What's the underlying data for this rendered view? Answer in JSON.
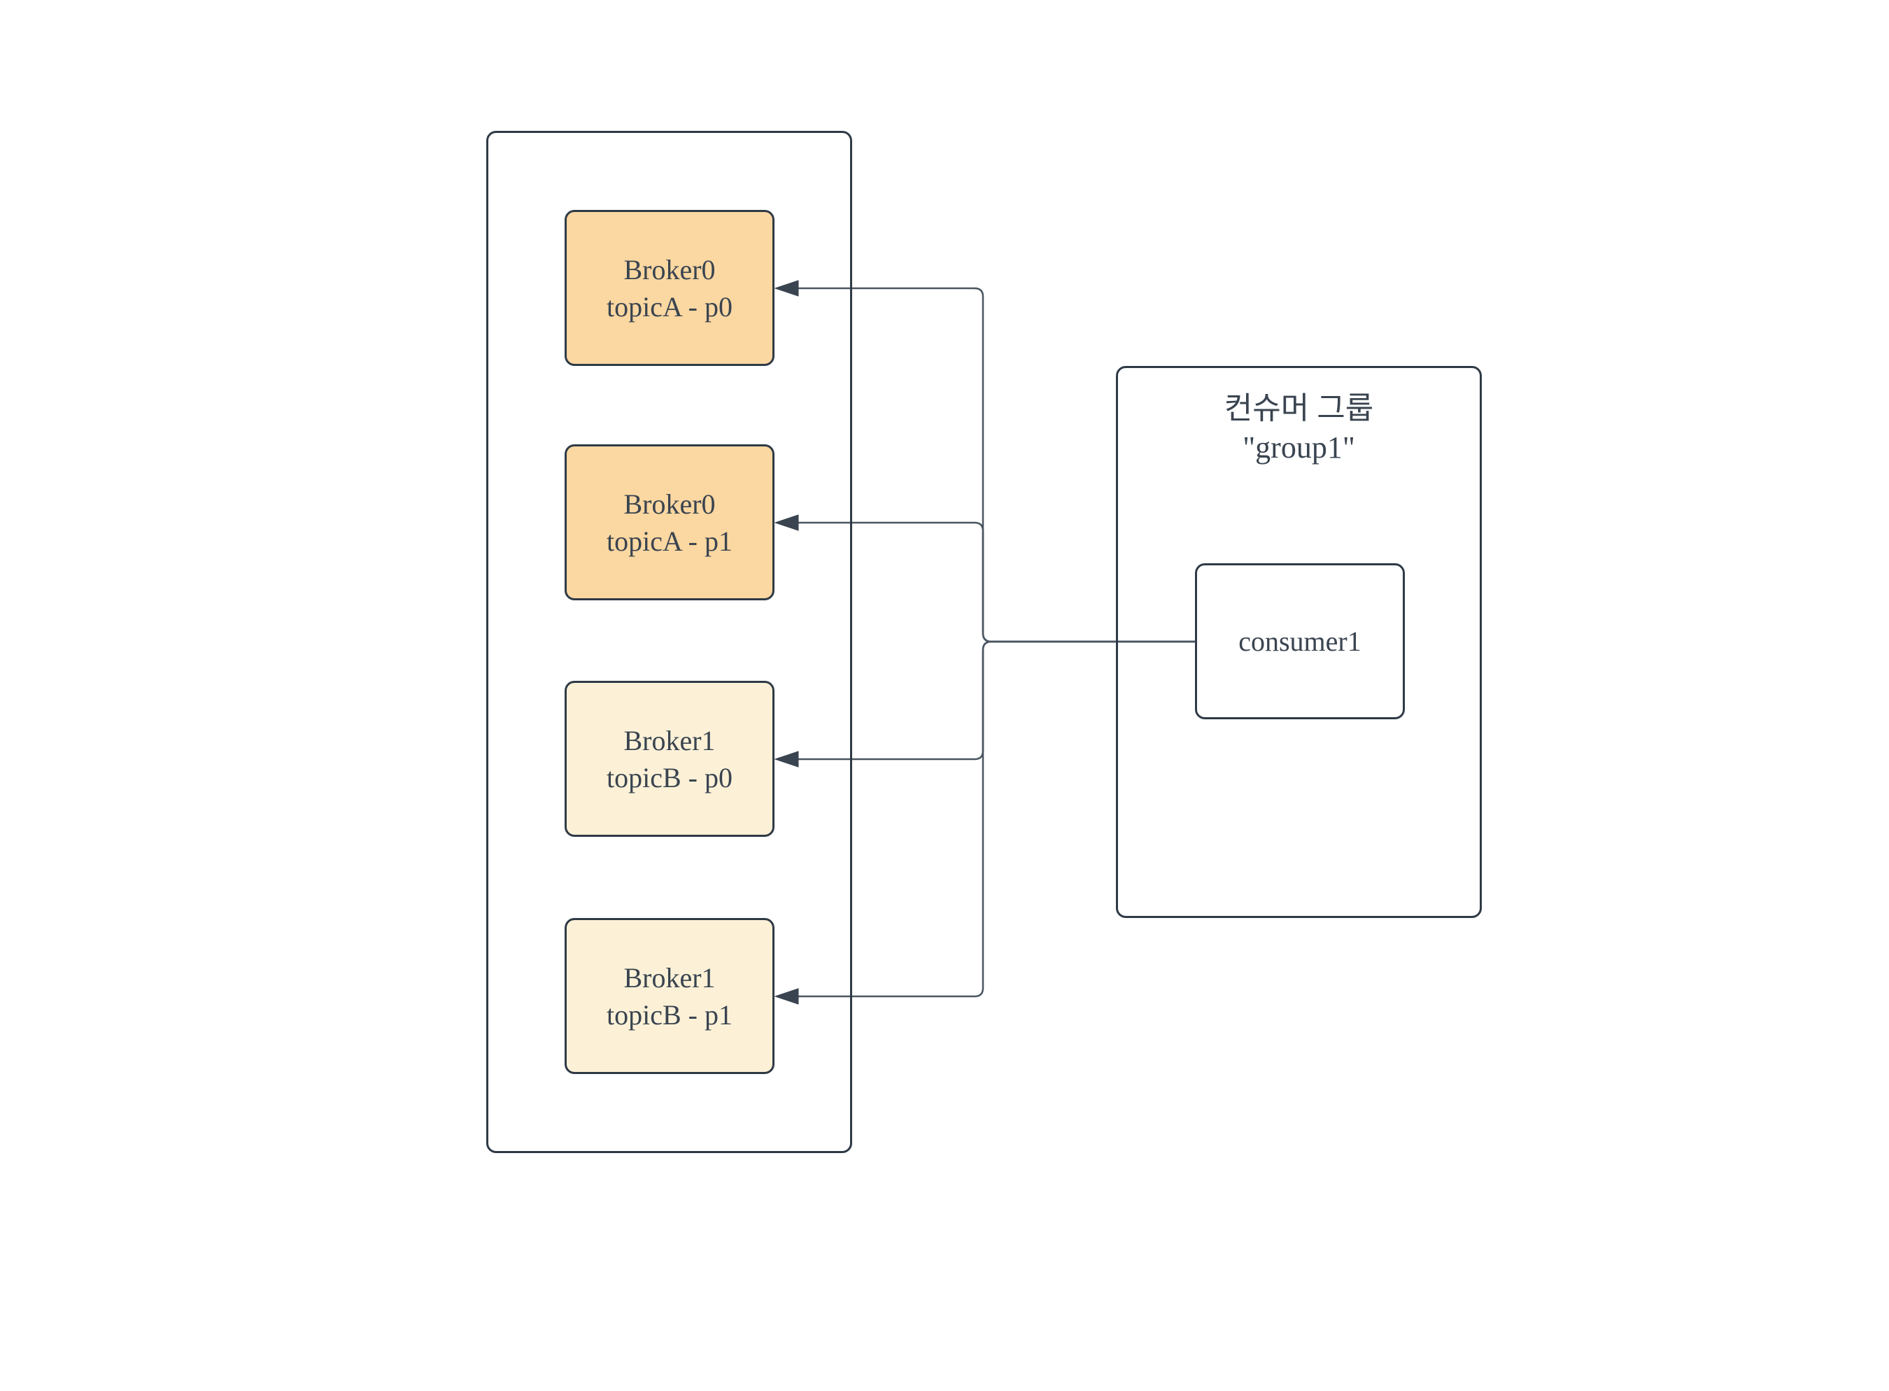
{
  "diagram": {
    "background_color": "#ffffff",
    "shape_border_color": "#2F3A46",
    "text_color": "#3A4450",
    "connector_color": "#4A5560",
    "arrowhead_color": "#3A4450",
    "broker_cluster": {
      "brokers": [
        {
          "id": "broker0-topicA-p0",
          "line1": "Broker0",
          "line2": "topicA - p0",
          "fill": "#FBD7A1"
        },
        {
          "id": "broker0-topicA-p1",
          "line1": "Broker0",
          "line2": "topicA - p1",
          "fill": "#FBD7A1"
        },
        {
          "id": "broker1-topicB-p0",
          "line1": "Broker1",
          "line2": "topicB - p0",
          "fill": "#FCF1D7"
        },
        {
          "id": "broker1-topicB-p1",
          "line1": "Broker1",
          "line2": "topicB - p1",
          "fill": "#FCF1D7"
        }
      ]
    },
    "consumer_group": {
      "title_line1": "컨슈머 그룹",
      "title_line2": "\"group1\"",
      "consumer": {
        "id": "consumer1",
        "label": "consumer1",
        "fill": "#ffffff"
      }
    },
    "edges": [
      {
        "from": "consumer1",
        "to": "broker0-topicA-p0",
        "arrow": "into-broker"
      },
      {
        "from": "consumer1",
        "to": "broker0-topicA-p1",
        "arrow": "into-broker"
      },
      {
        "from": "consumer1",
        "to": "broker1-topicB-p0",
        "arrow": "into-broker"
      },
      {
        "from": "consumer1",
        "to": "broker1-topicB-p1",
        "arrow": "into-broker"
      }
    ]
  }
}
